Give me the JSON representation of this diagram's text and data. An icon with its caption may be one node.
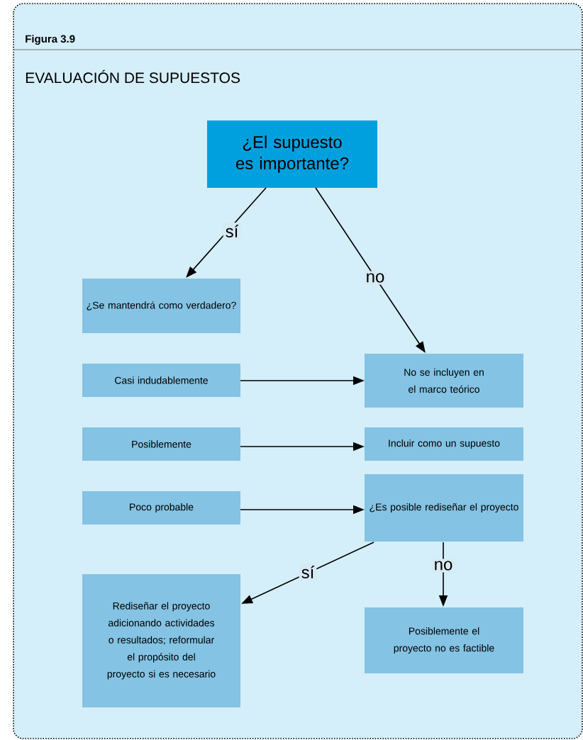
{
  "diagram": {
    "title": "EVALUACIÓN DE SUPUESTOS",
    "nodes": [
      {
        "text": [
          "¿El supuesto es importante?"
        ]
      },
      {
        "text": [
          "¿Se mantendrá como verdadero?"
        ]
      },
      {
        "text": [
          "Casi indudablemente"
        ]
      },
      {
        "text": [
          "No se incluyen en el marco teórico"
        ]
      },
      {
        "text": [
          "Posiblemente"
        ]
      },
      {
        "text": [
          "Incluir como un supuesto"
        ]
      },
      {
        "text": [
          "Poco probable"
        ]
      },
      {
        "text": [
          "¿Es posible rediseñar el proyecto"
        ]
      },
      {
        "text": [
          "Rediseñar el proyecto adicionando actividades o resultados; reformular el propósito del proyecto si es necesario"
        ]
      },
      {
        "text": [
          "Posiblemente el proyecto no es factible"
        ]
      }
    ],
    "edges": [
      {
        "from": 0,
        "to": 1,
        "arrow": "to",
        "label": "sí"
      },
      {
        "from": 0,
        "to": 3,
        "arrow": "to",
        "label": "no"
      },
      {
        "from": 2,
        "to": 3,
        "arrow": "to"
      },
      {
        "from": 4,
        "to": 5,
        "arrow": "to"
      },
      {
        "from": 6,
        "to": 7,
        "arrow": "to"
      },
      {
        "from": 7,
        "to": 8,
        "arrow": "to",
        "label": "sí"
      },
      {
        "from": 7,
        "to": 9,
        "arrow": "to",
        "label": "no"
      }
    ],
    "labels": [
      "Figura 3.9"
    ]
  }
}
